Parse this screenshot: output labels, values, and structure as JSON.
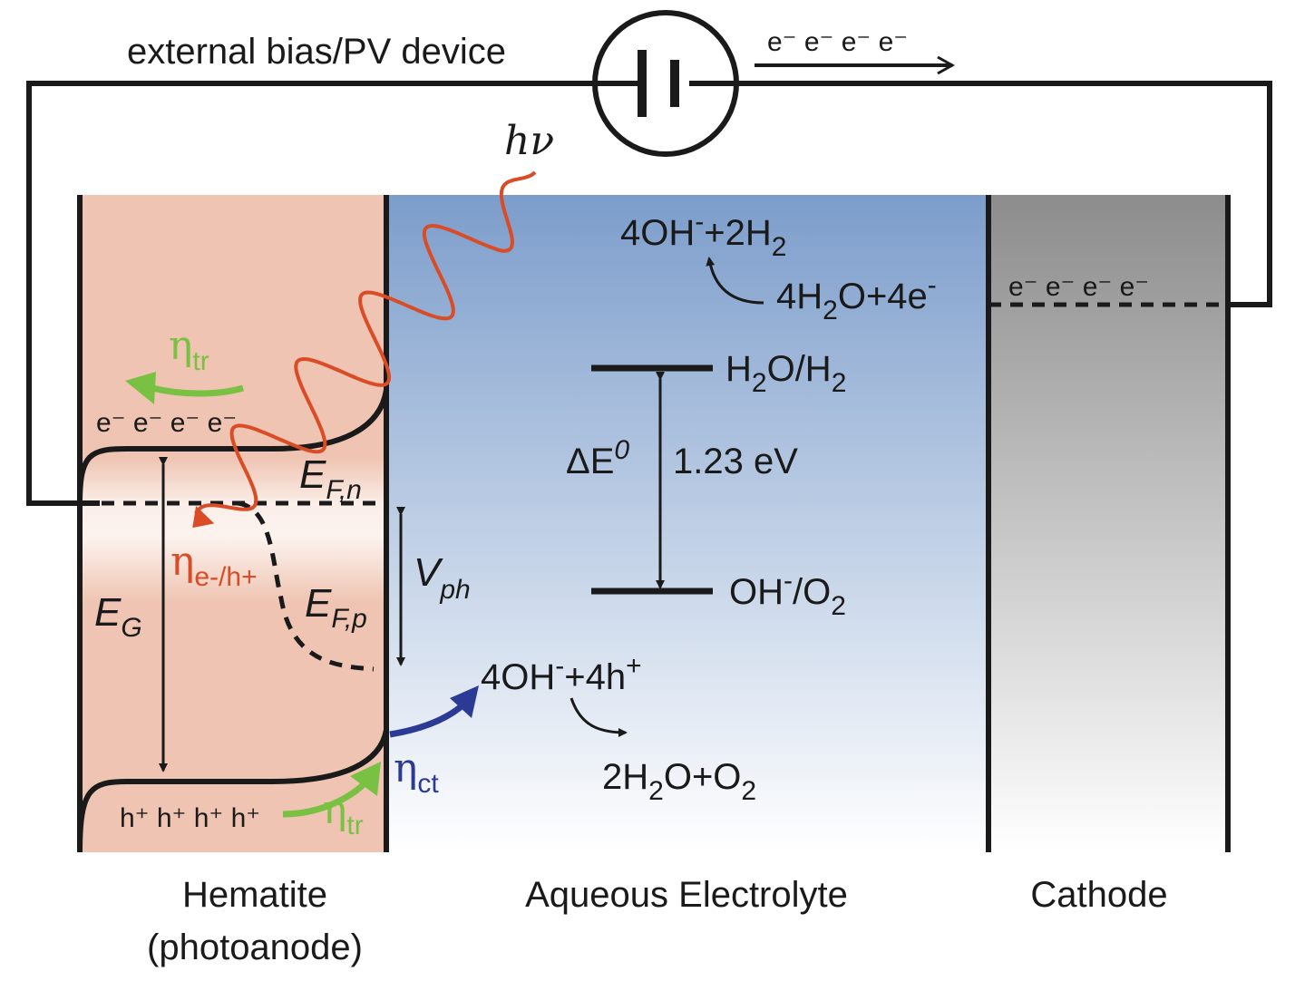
{
  "colors": {
    "hematite": "#efc4b2",
    "electrolyte_top": "#7c9dcb",
    "electrolyte_bottom": "#ffffff",
    "cathode_top": "#8c8c8c",
    "cathode_bottom": "#ffffff",
    "photon": "#d94c26",
    "transport_arrow": "#79c142",
    "charge_transfer_arrow": "#2b3a94",
    "line": "#1a1a1a"
  },
  "circuit": {
    "label": "external bias/PV device",
    "electron_flow": "e⁻ e⁻ e⁻ e⁻",
    "source_icon": "battery-icon"
  },
  "photon": {
    "label": "hν"
  },
  "hematite": {
    "name": "Hematite",
    "subname": "(photoanode)",
    "conduction_electrons": "e⁻ e⁻ e⁻ e⁻",
    "valence_holes": "h⁺ h⁺ h⁺ h⁺",
    "eta_tr_top": {
      "symbol": "η",
      "sub": "tr"
    },
    "eta_tr_bottom": {
      "symbol": "η",
      "sub": "tr"
    },
    "eta_recomb": {
      "symbol": "η",
      "sub": "e-/h+"
    },
    "bandgap": {
      "symbol": "E",
      "sub": "G"
    },
    "fermi_n": {
      "symbol": "E",
      "sub": "F,n"
    },
    "fermi_p": {
      "symbol": "E",
      "sub": "F,p"
    },
    "photovoltage": {
      "symbol": "V",
      "sub": "ph"
    }
  },
  "electrolyte": {
    "name": "Aqueous Electrolyte",
    "her_product": {
      "a": "4OH",
      "a_sup": "-",
      "b": "+2H",
      "b_sub": "2"
    },
    "her_reactant": {
      "a": "4H",
      "a_sub": "2",
      "b": "O+4e",
      "b_sup": "-"
    },
    "level_top": {
      "a": "H",
      "a_sub": "2",
      "b": "O/H",
      "b_sub": "2"
    },
    "level_bottom": {
      "a": "OH",
      "a_sup": "-",
      "b": "/O",
      "b_sub": "2"
    },
    "delta_e": {
      "symbol": "ΔE",
      "sup": "0"
    },
    "delta_e_value": "1.23 eV",
    "oer_reactant": {
      "a": "4OH",
      "a_sup": "-",
      "b": "+4h",
      "b_sup": "+"
    },
    "oer_product": {
      "a": "2H",
      "a_sub": "2",
      "b": "O+O",
      "b_sub": "2"
    },
    "eta_ct": {
      "symbol": "η",
      "sub": "ct"
    }
  },
  "cathode": {
    "name": "Cathode",
    "electrons": "e⁻ e⁻ e⁻ e⁻"
  }
}
